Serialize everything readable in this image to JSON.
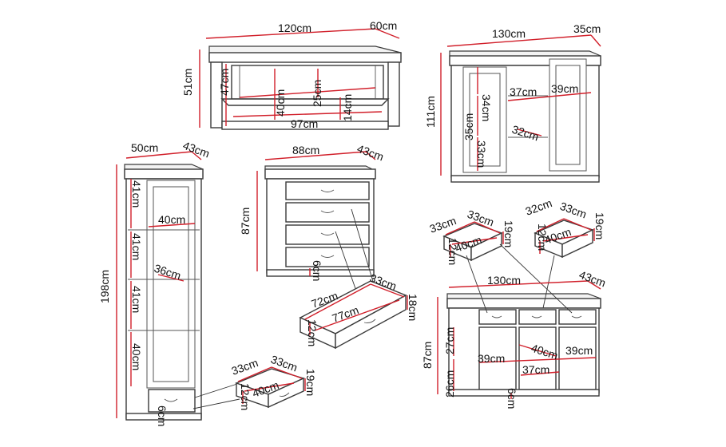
{
  "colors": {
    "dimension_line": "#d11f2a",
    "outline": "#3a3a3a",
    "background": "#ffffff"
  },
  "tv_stand": {
    "width": "120cm",
    "depth": "60cm",
    "height": "51cm",
    "side_height": "47cm",
    "inner_height": "40cm",
    "drawer_height": "25cm",
    "inner_width": "97cm",
    "shelf_height": "14cm"
  },
  "glass_cabinet": {
    "width": "130cm",
    "depth": "35cm",
    "height": "111cm",
    "top_gap": "34cm",
    "mid_gap": "35cm",
    "low_gap": "33cm",
    "shelf_width_left": "37cm",
    "shelf_width_right": "39cm",
    "inner_depth": "32cm"
  },
  "tall_vitrine": {
    "width": "50cm",
    "depth": "43cm",
    "height": "198cm",
    "shelf_1": "41cm",
    "shelf_2": "41cm",
    "shelf_3": "41cm",
    "shelf_4": "40cm",
    "inner_width": "40cm",
    "inner_depth": "36cm",
    "plinth": "6cm"
  },
  "chest": {
    "width": "88cm",
    "depth": "43cm",
    "height": "87cm",
    "plinth": "6cm"
  },
  "chest_drawer": {
    "depth": "33cm",
    "width": "72cm",
    "inner_width": "77cm",
    "height": "18cm",
    "inner_height": "12cm"
  },
  "small_drawer_bottom": {
    "outer_depth": "33cm",
    "inner_depth": "33cm",
    "width": "40cm",
    "height": "19cm",
    "inner_height": "12cm"
  },
  "sideboard_drawer_left": {
    "outer_depth": "33cm",
    "inner_depth": "33cm",
    "width": "40cm",
    "height": "19cm",
    "inner_height": "12cm"
  },
  "sideboard_drawer_right": {
    "outer_depth": "32cm",
    "inner_depth": "33cm",
    "width": "40cm",
    "height": "19cm",
    "inner_height": "12cm"
  },
  "sideboard": {
    "width": "130cm",
    "depth": "43cm",
    "height": "87cm",
    "upper_gap": "27cm",
    "lower_gap": "26cm",
    "left_width": "39cm",
    "mid_width": "40cm",
    "right_width": "39cm",
    "shelf_width": "37cm",
    "plinth": "6cm"
  }
}
